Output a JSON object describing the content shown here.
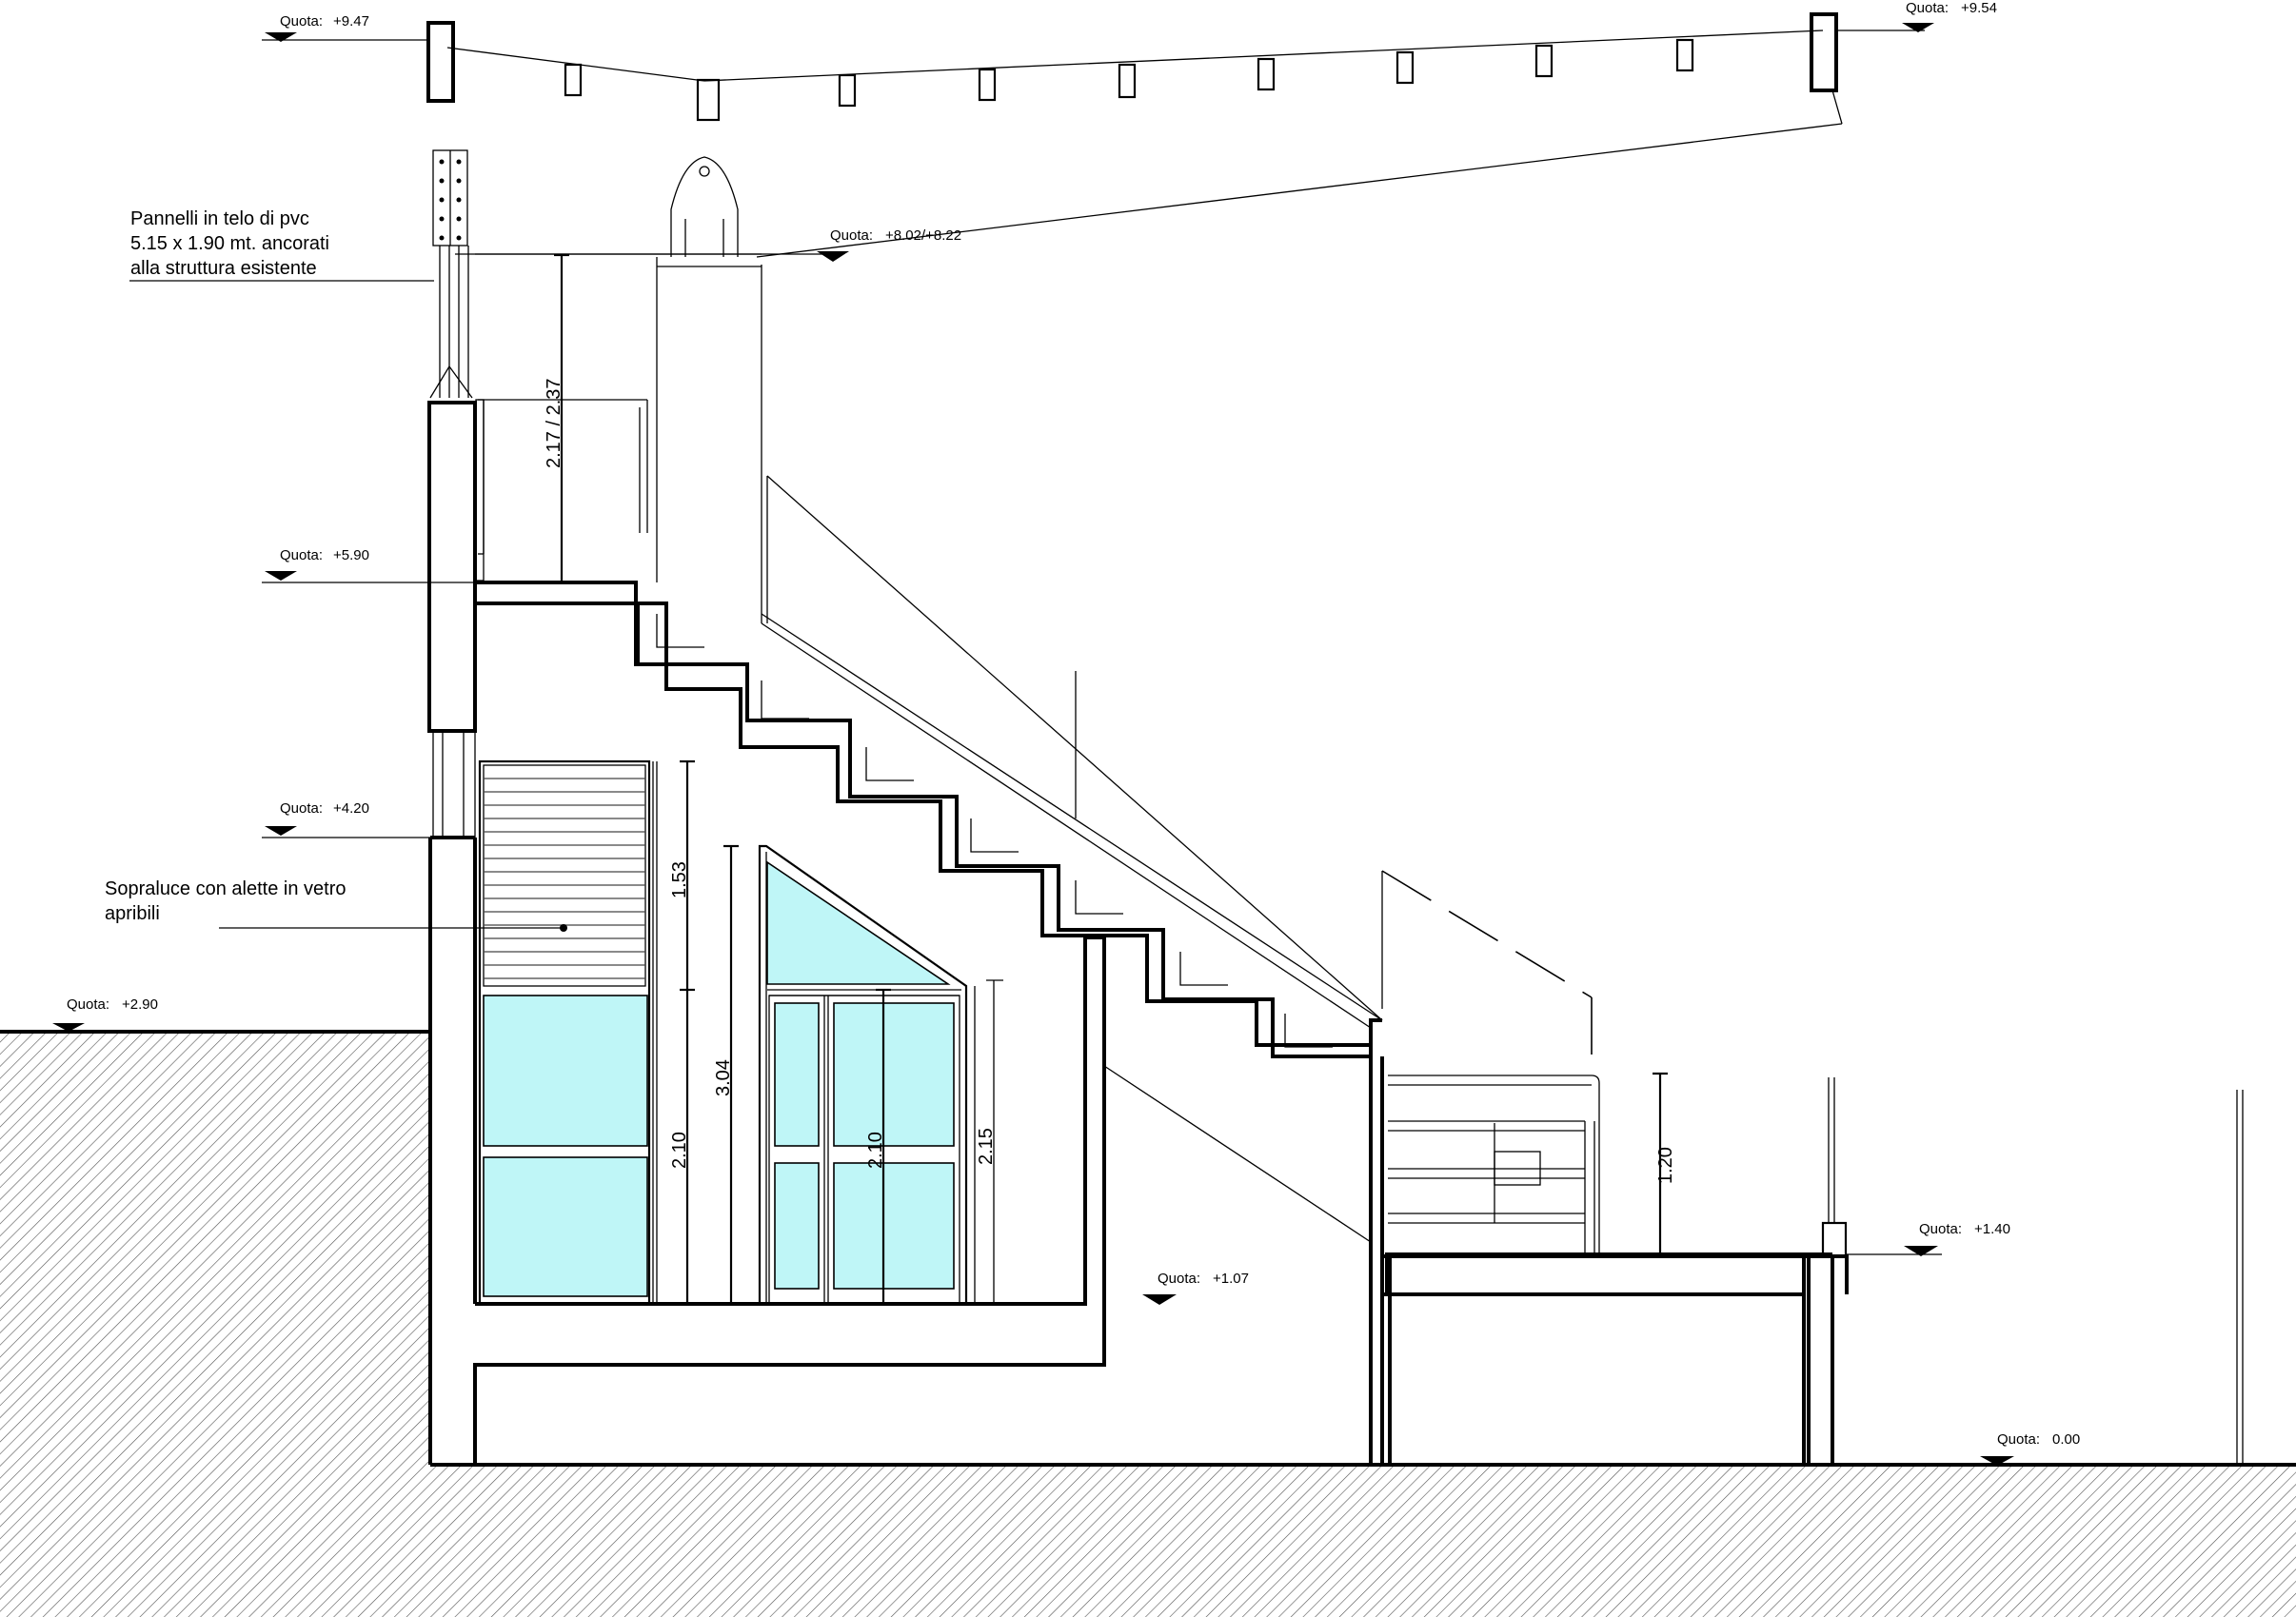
{
  "colors": {
    "glass": "#bff6f7",
    "line": "#000000",
    "hatch": "#555555"
  },
  "annotations": {
    "pvc_panels": [
      "Pannelli in telo di pvc",
      "5.15 x 1.90 mt. ancorati",
      "alla struttura esistente"
    ],
    "transom": [
      "Sopraluce con alette in vetro",
      "apribili"
    ]
  },
  "levels": {
    "q947": {
      "label": "Quota:",
      "value": "+9.47"
    },
    "q954": {
      "label": "Quota:",
      "value": "+9.54"
    },
    "q802": {
      "label": "Quota:",
      "value": "+8.02/+8.22"
    },
    "q590": {
      "label": "Quota:",
      "value": "+5.90"
    },
    "q420": {
      "label": "Quota:",
      "value": "+4.20"
    },
    "q290": {
      "label": "Quota:",
      "value": "+2.90"
    },
    "q107": {
      "label": "Quota:",
      "value": "+1.07"
    },
    "q140": {
      "label": "Quota:",
      "value": "+1.40"
    },
    "q000": {
      "label": "Quota:",
      "value": "0.00"
    }
  },
  "dimensions": {
    "upper_height": "2.17 / 2.37",
    "transom_height": "1.53",
    "window_height": "2.10",
    "total_height": "3.04",
    "door_height": "2.10",
    "door_frame_height": "2.15",
    "railing_height": "1.20"
  }
}
